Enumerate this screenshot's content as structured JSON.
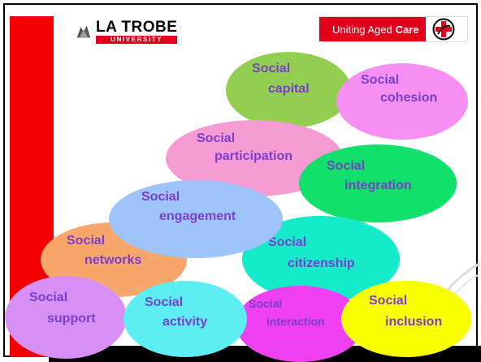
{
  "header": {
    "latrobe_name": "LA TROBE",
    "latrobe_sub": "UNIVERSITY",
    "uac_text": "Uniting Aged",
    "uac_bold": "Care"
  },
  "bubbles": {
    "capital": [
      "Social",
      "capital"
    ],
    "cohesion": [
      "Social",
      "cohesion"
    ],
    "participation": [
      "Social",
      "participation"
    ],
    "integration": [
      "Social",
      "integration"
    ],
    "engagement": [
      "Social",
      "engagement"
    ],
    "networks": [
      "Social",
      "networks"
    ],
    "citizenship": [
      "Social",
      "citizenship"
    ],
    "support": [
      "Social",
      "support"
    ],
    "activity": [
      "Social",
      "activity"
    ],
    "interaction": [
      "Social",
      "interaction"
    ],
    "inclusion": [
      "Social",
      "inclusion"
    ]
  },
  "colors": {
    "text": "#7a3fcc",
    "capital": "#92cf50",
    "cohesion": "#f58ff2",
    "participation": "#f79bd5",
    "integration": "#11e06b",
    "engagement": "#9ec4f9",
    "networks": "#f7a66c",
    "citizenship": "#15eacb",
    "support": "#d88ff3",
    "activity": "#5deef4",
    "interaction": "#ee3ff0",
    "inclusion": "#f7ff00",
    "brand_red": "#e3001b"
  },
  "icons": [
    "latrobe-emblem-icon",
    "uniting-care-cross-icon"
  ]
}
